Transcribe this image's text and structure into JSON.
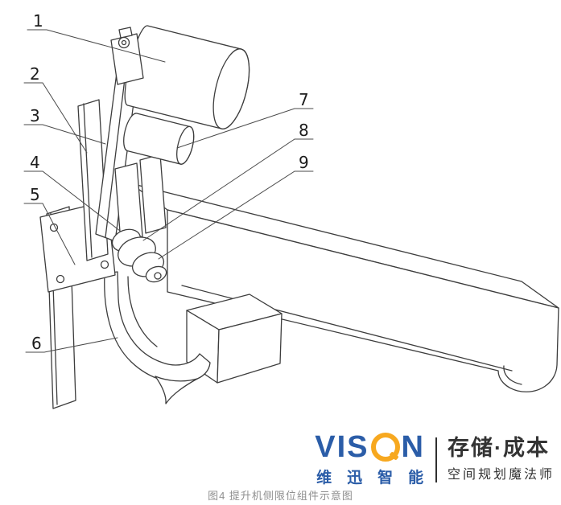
{
  "figure": {
    "caption": "图4 提升机侧限位组件示意图"
  },
  "callouts": [
    {
      "label": "1"
    },
    {
      "label": "2"
    },
    {
      "label": "3"
    },
    {
      "label": "4"
    },
    {
      "label": "5"
    },
    {
      "label": "6"
    },
    {
      "label": "7"
    },
    {
      "label": "8"
    },
    {
      "label": "9"
    }
  ],
  "logo": {
    "brand_prefix": "VIS",
    "brand_suffix": "N",
    "brand_cn": "维迅智能",
    "tagline_main": "存储·成本",
    "tagline_sub": "空间规划魔法师",
    "colors": {
      "brand_blue": "#2b5da8",
      "accent_orange": "#f7a81f",
      "tagline_dark": "#333333"
    }
  }
}
